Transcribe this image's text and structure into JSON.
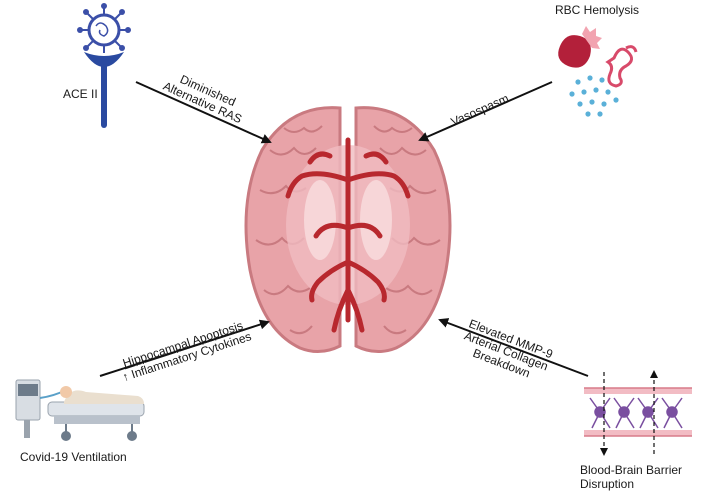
{
  "labels": {
    "ace": "ACE II",
    "rbc": "RBC Hemolysis",
    "ventilation": "Covid-19 Ventilation",
    "bbb_line1": "Blood-Brain Barrier",
    "bbb_line2": "Disruption"
  },
  "arrows": {
    "ras_line1": "Diminished",
    "ras_line2": "Alternative RAS",
    "vasospasm": "Vasospasm",
    "apoptosis": "Hippocampal Apoptosis",
    "cytokines": "↑ Inflammatory Cytokines",
    "mmp_line1": "Elevated MMP-9",
    "mmp_line2": "Arterial Collagen",
    "mmp_line3": "Breakdown"
  },
  "colors": {
    "brain": "#e8a3a8",
    "brain_dark": "#c97a80",
    "artery": "#b8282e",
    "virus": "#3b4fa8",
    "rbc": "#b3203a",
    "droplets": "#5ab0d8"
  }
}
